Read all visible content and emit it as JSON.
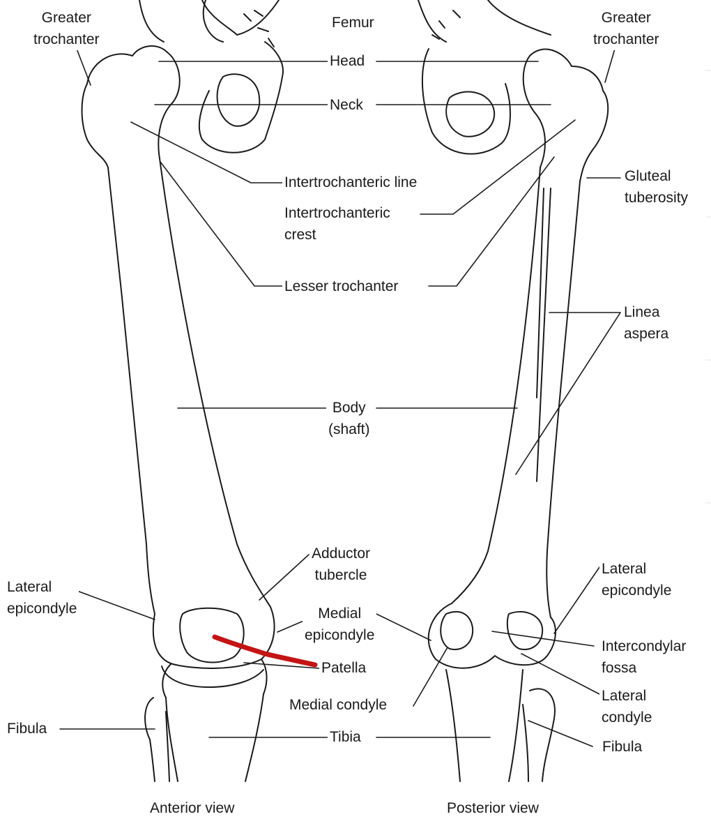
{
  "title": "Femur",
  "views": {
    "anterior": "Anterior view",
    "posterior": "Posterior view"
  },
  "labels": {
    "greater_trochanter_left": [
      "Greater",
      "trochanter"
    ],
    "greater_trochanter_right": [
      "Greater",
      "trochanter"
    ],
    "head": "Head",
    "neck": "Neck",
    "intertrochanteric_line": "Intertrochanteric line",
    "intertrochanteric_crest": [
      "Intertrochanteric",
      "crest"
    ],
    "gluteal_tuberosity": [
      "Gluteal",
      "tuberosity"
    ],
    "lesser_trochanter": "Lesser trochanter",
    "linea_aspera": [
      "Linea",
      "aspera"
    ],
    "body": [
      "Body",
      "(shaft)"
    ],
    "adductor_tubercle": [
      "Adductor",
      "tubercle"
    ],
    "lateral_epicondyle_left": [
      "Lateral",
      "epicondyle"
    ],
    "lateral_epicondyle_right": [
      "Lateral",
      "epicondyle"
    ],
    "medial_epicondyle": [
      "Medial",
      "epicondyle"
    ],
    "intercondylar_fossa": [
      "Intercondylar",
      "fossa"
    ],
    "patella": "Patella",
    "medial_condyle": "Medial condyle",
    "lateral_condyle": [
      "Lateral",
      "condyle"
    ],
    "fibula_left": "Fibula",
    "fibula_right": "Fibula",
    "tibia": "Tibia"
  },
  "colors": {
    "line": "#1a1a1a",
    "annotation": "#c41414"
  }
}
